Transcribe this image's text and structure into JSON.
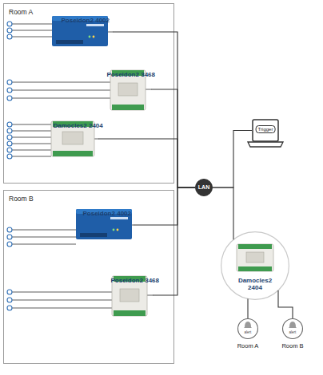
{
  "diagram": {
    "nodes": [
      {
        "text": [
          "Room A"
        ]
      },
      {
        "text": [
          "Poseidon2 4002"
        ],
        "in": 0
      },
      {
        "text": [
          "Poseidon2 3468"
        ],
        "in": 0
      },
      {
        "text": [
          "Damocles2 2404"
        ],
        "in": 0
      },
      {
        "text": [
          "Room B"
        ]
      },
      {
        "text": [
          "Poseidon2 4002"
        ],
        "in": 4
      },
      {
        "text": [
          "Poseidon2 3468"
        ],
        "in": 4
      },
      {
        "text": [
          "LAN"
        ]
      },
      {
        "text": [
          "Trigger"
        ]
      },
      {
        "text": [
          "Damocles2 2404"
        ]
      },
      {
        "text": [
          "alert",
          "Room A"
        ]
      },
      {
        "text": [
          "alert",
          "Room B"
        ]
      }
    ],
    "edges": [
      {
        "from": 1,
        "to": 7,
        "arrow": "none"
      },
      {
        "from": 2,
        "to": 7,
        "arrow": "none"
      },
      {
        "from": 3,
        "to": 7,
        "arrow": "none"
      },
      {
        "from": 5,
        "to": 7,
        "arrow": "none"
      },
      {
        "from": 6,
        "to": 7,
        "arrow": "none"
      },
      {
        "from": 7,
        "to": 8,
        "arrow": "none"
      },
      {
        "from": 7,
        "to": 9,
        "arrow": "none"
      },
      {
        "from": 9,
        "to": 10,
        "arrow": "none"
      },
      {
        "from": 9,
        "to": 11,
        "arrow": "none"
      }
    ]
  }
}
